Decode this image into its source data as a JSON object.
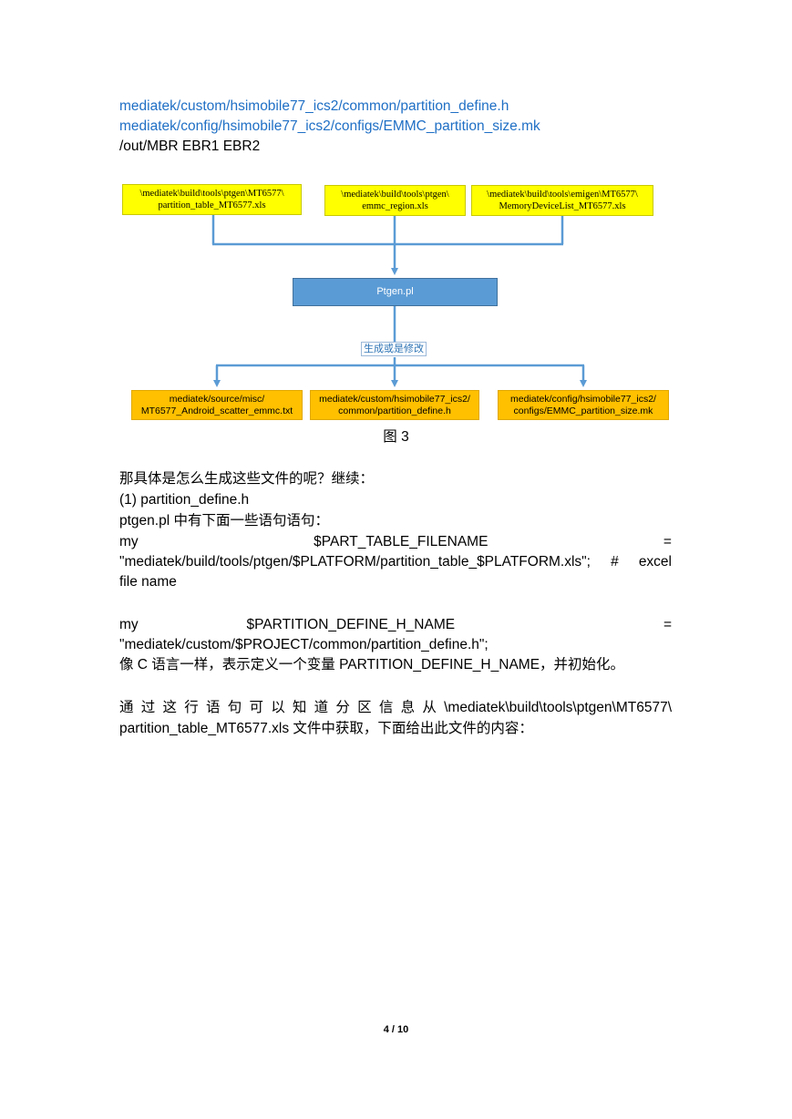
{
  "header_lines": [
    "mediatek/custom/hsimobile77_ics2/common/partition_define.h",
    "mediatek/config/hsimobile77_ics2/configs/EMMC_partition_size.mk",
    "/out/MBR EBR1 EBR2"
  ],
  "diagram": {
    "inputs": [
      [
        "\\mediatek\\build\\tools\\ptgen\\MT6577\\",
        "partition_table_MT6577.xls"
      ],
      [
        "\\mediatek\\build\\tools\\ptgen\\",
        "emmc_region.xls"
      ],
      [
        "\\mediatek\\build\\tools\\emigen\\MT6577\\",
        "MemoryDeviceList_MT6577.xls"
      ]
    ],
    "center": "Ptgen.pl",
    "edge_label": "生成或是修改",
    "outputs": [
      [
        "mediatek/source/misc/",
        "MT6577_Android_scatter_emmc.txt"
      ],
      [
        "mediatek/custom/hsimobile77_ics2/",
        "common/partition_define.h"
      ],
      [
        "mediatek/config/hsimobile77_ics2/",
        "configs/EMMC_partition_size.mk"
      ]
    ]
  },
  "figure_caption": "图 3",
  "body": {
    "p1": "那具体是怎么生成这些文件的呢？继续：",
    "p2": "(1)  partition_define.h",
    "p3": "ptgen.pl 中有下面一些语句语句：",
    "code1": {
      "w1": "my",
      "w2": "$PART_TABLE_FILENAME",
      "w3": "=",
      "line2": "\"mediatek/build/tools/ptgen/$PLATFORM/partition_table_$PLATFORM.xls\";  #  excel",
      "line3": "file name"
    },
    "code2": {
      "w1": "my",
      "w2": "$PARTITION_DEFINE_H_NAME",
      "w3": "=",
      "line2": "\"mediatek/custom/$PROJECT/common/partition_define.h\";"
    },
    "p4": "像 C 语言一样，表示定义一个变量 PARTITION_DEFINE_H_NAME，并初始化。",
    "p5_line1": "通过这行语句可以知道分区信息从\\mediatek\\build\\tools\\ptgen\\MT6577\\",
    "p5_line2": "partition_table_MT6577.xls 文件中获取，下面给出此文件的内容："
  },
  "page_number": "4 / 10"
}
